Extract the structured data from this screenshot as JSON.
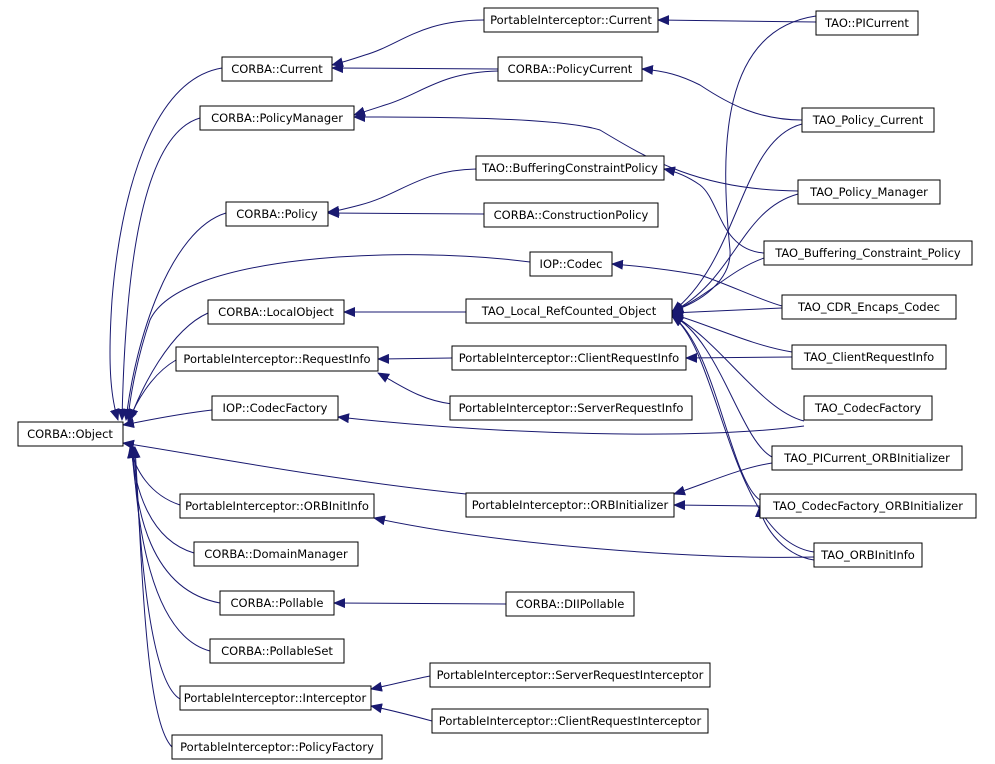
{
  "colors": {
    "edge": "#191970",
    "arrowhead": "#191970",
    "node_border": "#000000",
    "background": "#ffffff"
  },
  "nodes": {
    "pi_current": "PortableInterceptor::Current",
    "tao_picurrent": "TAO::PICurrent",
    "corba_current": "CORBA::Current",
    "corba_policycurrent": "CORBA::PolicyCurrent",
    "corba_policymanager": "CORBA::PolicyManager",
    "tao_policy_current": "TAO_Policy_Current",
    "tao_buffering_constraint_policy_if": "TAO::BufferingConstraintPolicy",
    "tao_policy_manager": "TAO_Policy_Manager",
    "corba_policy": "CORBA::Policy",
    "corba_constructionpolicy": "CORBA::ConstructionPolicy",
    "tao_buffering_constraint_policy": "TAO_Buffering_Constraint_Policy",
    "iop_codec": "IOP::Codec",
    "tao_cdr_encaps_codec": "TAO_CDR_Encaps_Codec",
    "corba_localobject": "CORBA::LocalObject",
    "tao_local_refcounted_object": "TAO_Local_RefCounted_Object",
    "pi_requestinfo": "PortableInterceptor::RequestInfo",
    "pi_clientrequestinfo": "PortableInterceptor::ClientRequestInfo",
    "tao_clientrequestinfo": "TAO_ClientRequestInfo",
    "iop_codecfactory": "IOP::CodecFactory",
    "pi_serverrequestinfo": "PortableInterceptor::ServerRequestInfo",
    "tao_codecfactory": "TAO_CodecFactory",
    "corba_object": "CORBA::Object",
    "tao_picurrent_orbinitializer": "TAO_PICurrent_ORBInitializer",
    "pi_orbinitinfo": "PortableInterceptor::ORBInitInfo",
    "pi_orbinitializer": "PortableInterceptor::ORBInitializer",
    "tao_codecfactory_orbinitializer": "TAO_CodecFactory_ORBInitializer",
    "corba_domainmanager": "CORBA::DomainManager",
    "tao_orbinitinfo": "TAO_ORBInitInfo",
    "corba_pollable": "CORBA::Pollable",
    "corba_diipollable": "CORBA::DIIPollable",
    "corba_pollableset": "CORBA::PollableSet",
    "pi_serverrequestinterceptor": "PortableInterceptor::ServerRequestInterceptor",
    "pi_interceptor": "PortableInterceptor::Interceptor",
    "pi_clientrequestinterceptor": "PortableInterceptor::ClientRequestInterceptor",
    "pi_policyfactory": "PortableInterceptor::PolicyFactory"
  }
}
